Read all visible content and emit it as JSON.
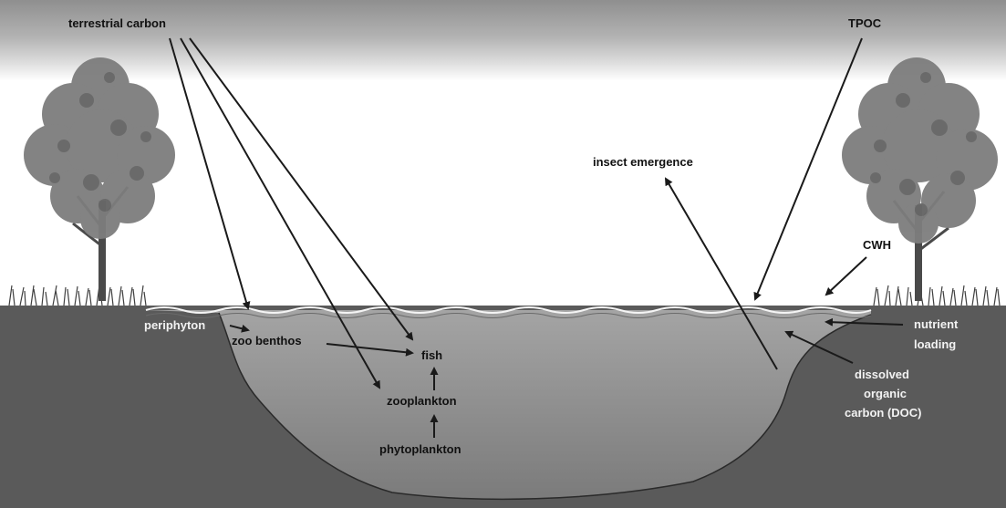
{
  "labels": {
    "terrestrial_carbon": "terrestrial carbon",
    "tpoc": "TPOC",
    "insect_emergence": "insect emergence",
    "cwh": "CWH",
    "periphyton": "periphyton",
    "zoobenthos": "zoo benthos",
    "fish": "fish",
    "zooplankton": "zooplankton",
    "phytoplankton": "phytoplankton",
    "nutrient_loading_1": "nutrient",
    "nutrient_loading_2": "loading",
    "doc_1": "dissolved",
    "doc_2": "organic",
    "doc_3": "carbon (DOC)"
  },
  "colors": {
    "sky_top": "#9a9a9a",
    "sky_light": "#ffffff",
    "ground": "#5a5a5a",
    "water": "#8a8a8a",
    "foliage": "#7d7d7d",
    "arrow": "#1a1a1a"
  }
}
